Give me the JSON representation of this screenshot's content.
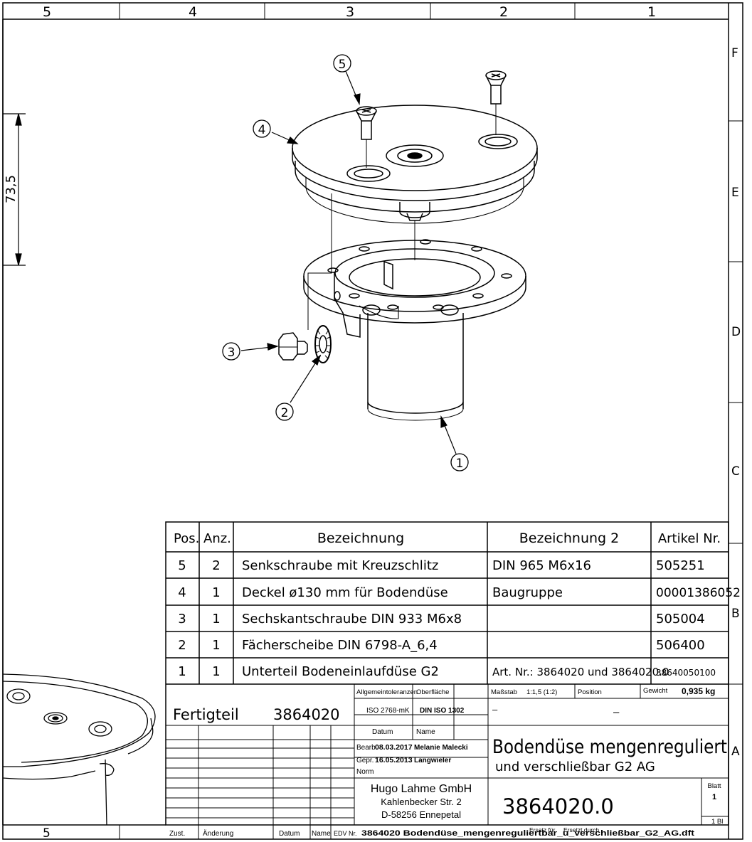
{
  "frame": {
    "cols": [
      "5",
      "4",
      "3",
      "2",
      "1"
    ],
    "rows": [
      "F",
      "E",
      "D",
      "C",
      "B",
      "A"
    ],
    "dimension": "73,5"
  },
  "balloons": [
    "5",
    "4",
    "3",
    "2",
    "1"
  ],
  "parts_list": {
    "headers": [
      "Pos.",
      "Anz.",
      "Bezeichnung",
      "Bezeichnung 2",
      "Artikel Nr."
    ],
    "rows": [
      [
        "5",
        "2",
        "Senkschraube mit Kreuzschlitz",
        "DIN 965 M6x16",
        "505251"
      ],
      [
        "4",
        "1",
        "Deckel ø130 mm für Bodendüse",
        "Baugruppe",
        "00001386052"
      ],
      [
        "3",
        "1",
        "Sechskantschraube DIN 933 M6x8",
        "",
        "505004"
      ],
      [
        "2",
        "1",
        "Fächerscheibe DIN 6798-A_6,4",
        "",
        "506400"
      ],
      [
        "1",
        "1",
        "Unterteil Bodeneinlaufdüse G2",
        "Art. Nr.: 3864020 und 3864020.0",
        "38640050100"
      ]
    ]
  },
  "title_block": {
    "fertigteil_label": "Fertigteil",
    "fertigteil_number": "3864020",
    "allg_label": "Allgemeintoleranzen",
    "allg_value": "ISO 2768-mK",
    "oberflaeche_label": "Oberfläche",
    "oberflaeche_value": "DIN ISO 1302",
    "massstab_label": "Maßstab",
    "massstab_value": "1:1,5 (1:2)",
    "position_label": "Position",
    "position_dash": "–",
    "position_value": "–",
    "gewicht_label": "Gewicht",
    "gewicht_value": "0,935 kg",
    "datum_label": "Datum",
    "name_label": "Name",
    "bearb_label": "Bearb.",
    "bearb_date": "08.03.2017",
    "bearb_name": "Melanie Malecki",
    "gepr_label": "Gepr.",
    "gepr_date": "16.05.2013",
    "gepr_name": "Langwieler",
    "norm_label": "Norm",
    "title_line1": "Bodendüse mengenreguliert",
    "title_line2": "und verschließbar G2 AG",
    "company": "Hugo Lahme GmbH",
    "street": "Kahlenbecker Str. 2",
    "city": "D-58256 Ennepetal",
    "drawing_number": "3864020.0",
    "blatt_label": "Blatt",
    "blatt_value": "1",
    "blatt_total": "1 Bl",
    "zust_label": "Zust.",
    "aenderung_label": "Änderung",
    "datum_footer": "Datum",
    "name_footer": "Name",
    "edv_label": "EDV Nr.",
    "edv_value": "3864020 Bodendüse_mengenreguliertbar_u_verschließbar_G2_AG.dft",
    "ersatz_label": "Ersatz für",
    "ersetzt_label": "Ersetzt durch"
  }
}
